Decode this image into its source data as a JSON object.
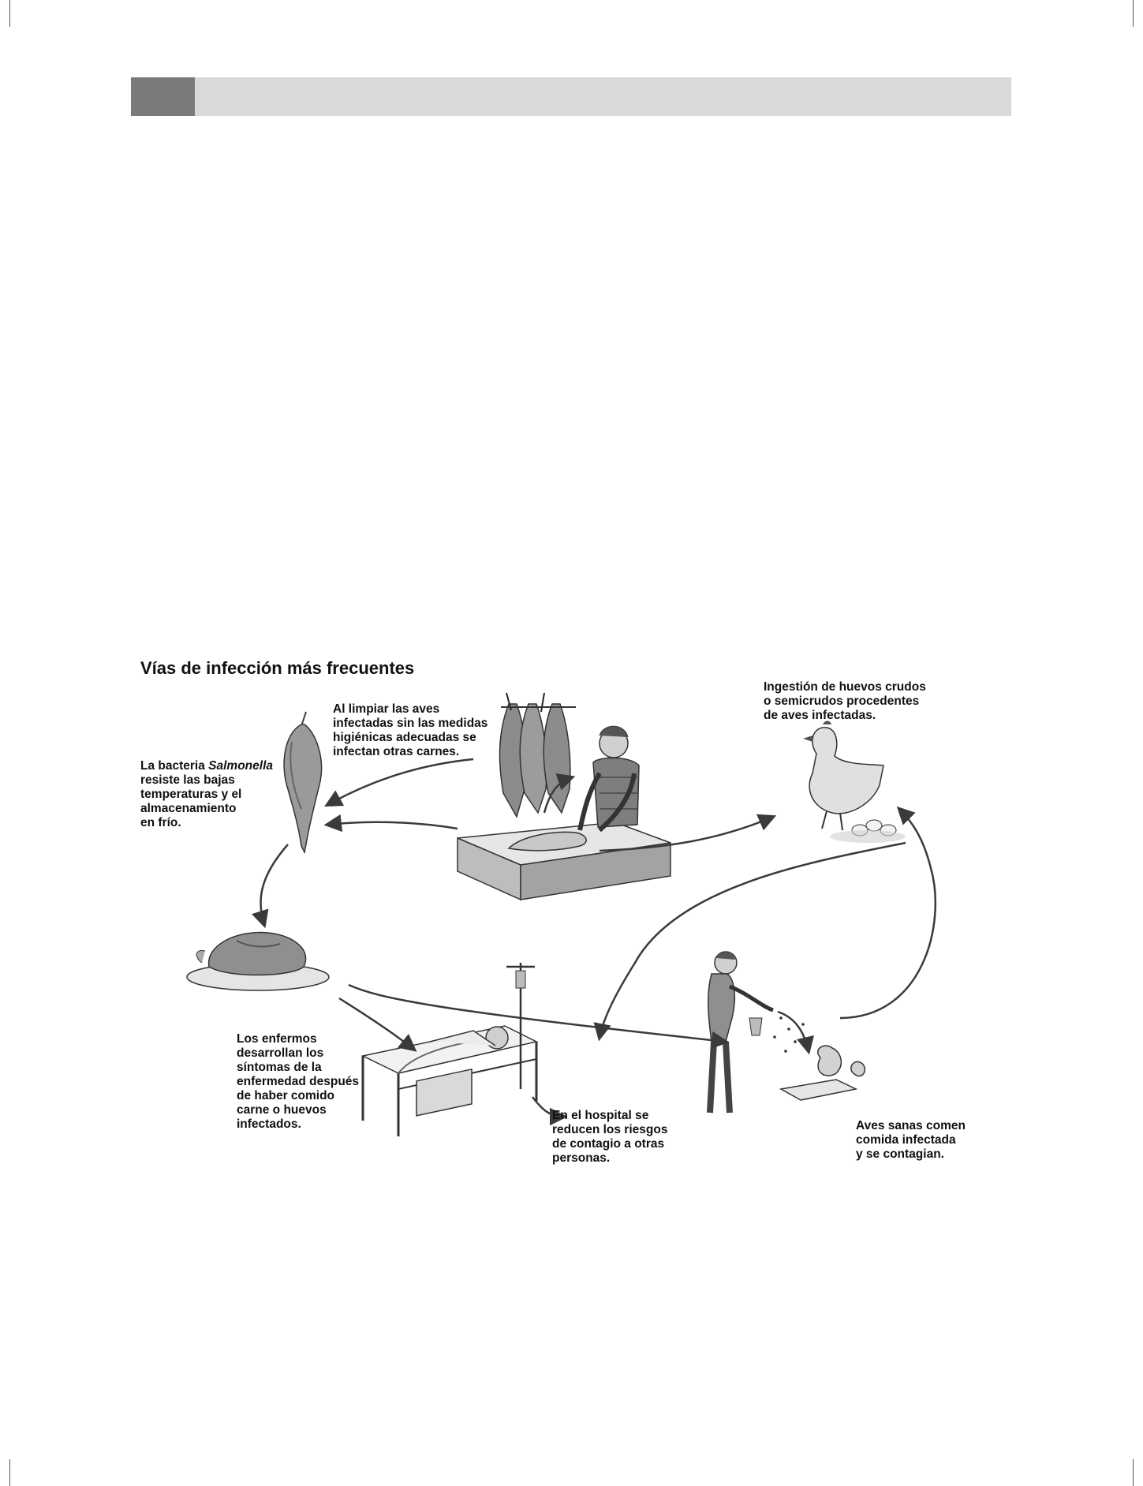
{
  "figure": {
    "title": "Vías de infección más frecuentes",
    "captions": {
      "bacteria_pre": "La bacteria ",
      "bacteria_italic": "Salmonella",
      "bacteria_post": "\nresiste las bajas\ntemperaturas y el\nalmacenamiento\nen frío.",
      "cleaning": "Al limpiar las aves\ninfectadas sin las medidas\nhigiénicas adecuadas se\ninfectan otras carnes.",
      "eggs": "Ingestión de huevos crudos\no semicrudos procedentes\nde aves infectadas.",
      "sick": "Los enfermos\ndesarrollan los\nsíntomas de la\nenfermedad después\nde haber comido\ncarne o huevos\ninfectados.",
      "hospital": "En el hospital se\nreducen los riesgos\nde contagio a otras\npersonas.",
      "healthy_birds": "Aves sanas comen\ncomida infectada\ny se contagian."
    },
    "icons": [
      "hanging-chicken-icon",
      "butcher-icon",
      "hen-with-eggs-icon",
      "roast-chicken-icon",
      "hospital-bed-icon",
      "farmer-feeding-icon"
    ],
    "colors": {
      "header_bar": "#d9d9d9",
      "header_block": "#7a7a7a",
      "ink": "#1c1c1c",
      "shade": "#8a8a8a"
    }
  }
}
